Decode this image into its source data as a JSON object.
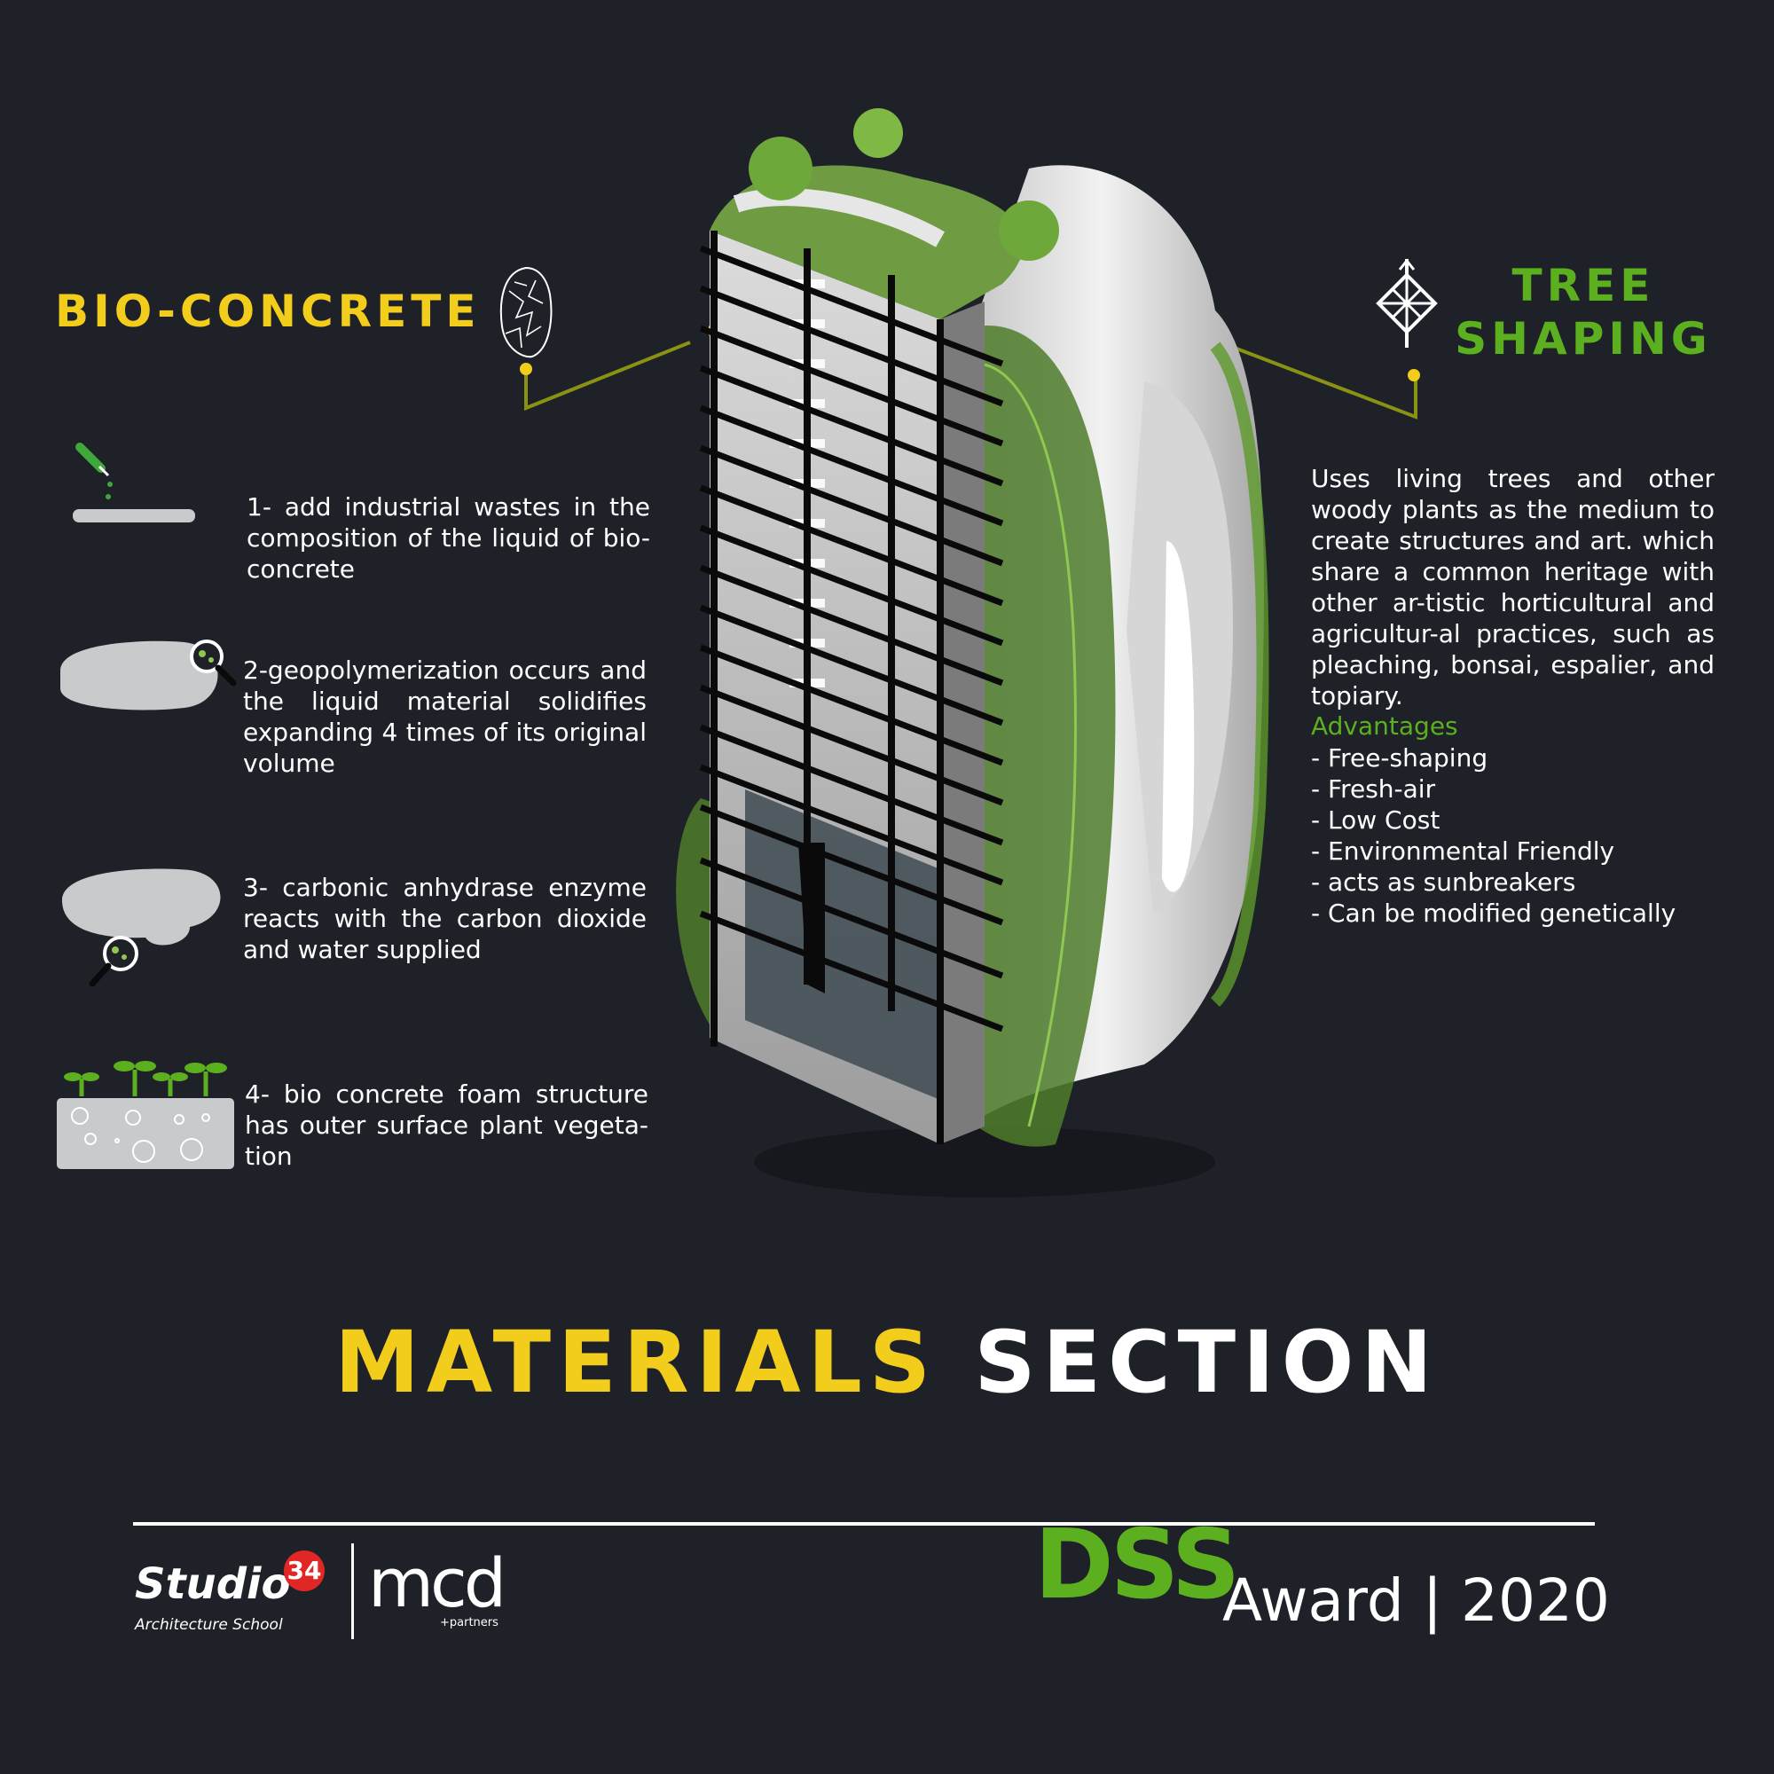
{
  "bio_concrete": {
    "heading": "BIO-CONCRETE",
    "steps": [
      "1- add industrial wastes in the composition of the liquid of  bio-concrete",
      "2-geopolymerization occurs and the liquid   material solidifies expanding 4 times of its original volume",
      "3- carbonic anhydrase enzyme reacts with the carbon dioxide and water supplied",
      "4- bio concrete foam  structure has outer  surface plant  vegeta-tion"
    ]
  },
  "tree_shaping": {
    "heading_line1": "TREE",
    "heading_line2": "SHAPING",
    "description": "Uses living trees and other woody plants as the medium to create structures and art. which share a common heritage with other ar-tistic horticultural and agricultur-al practices, such as pleaching, bonsai, espalier, and topiary.",
    "advantages_title": "Advantages",
    "advantages": [
      "- Free-shaping",
      "- Fresh-air",
      "- Low Cost",
      "- Environmental Friendly",
      "- acts as sunbreakers",
      "- Can be modified genetically"
    ]
  },
  "title": {
    "part1": "MATERIALS",
    "part2": "SECTION"
  },
  "footer": {
    "studio": "Studio",
    "studio_number": "34",
    "studio_sub": "Architecture School",
    "mcd": "mcd",
    "mcd_sub": "+partners",
    "dss": "DSS",
    "award": "Award | 2020"
  },
  "colors": {
    "background": "#1e2128",
    "yellow": "#f3cd1b",
    "green": "#5cb01f"
  },
  "icons": [
    "coral-icon",
    "dropper-icon",
    "magnifier-icon",
    "sprout-icon",
    "lattice-icon"
  ]
}
